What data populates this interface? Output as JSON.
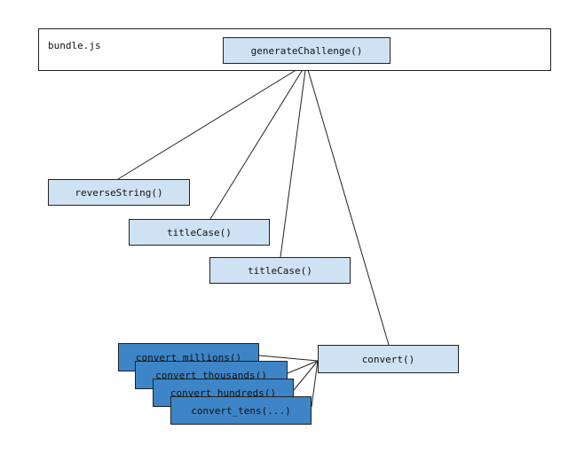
{
  "diagram": {
    "file_label": "bundle.js",
    "nodes": {
      "generate": "generateChallenge()",
      "reverse": "reverseString()",
      "titlecase_1": "titleCase()",
      "titlecase_2": "titleCase()",
      "convert": "convert()",
      "convert_millions": "convert_millions()",
      "convert_thousands": "convert_thousands()",
      "convert_hundreds": "convert_hundreds()",
      "convert_tens": "convert_tens(...)"
    },
    "colors": {
      "light_box": "#cfe2f3",
      "dark_box": "#3d85c6",
      "stroke": "#222222"
    }
  }
}
